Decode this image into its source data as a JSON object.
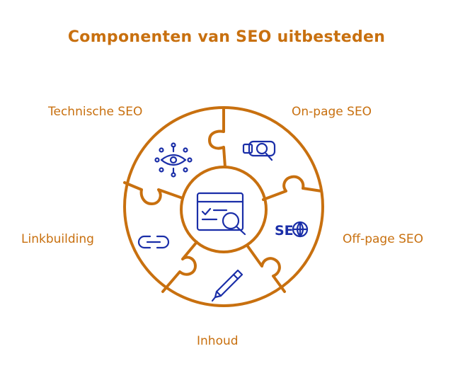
{
  "title": "Componenten van SEO uitbesteden",
  "components": [
    {
      "label": "Technische SEO",
      "icon": "eye-network-icon"
    },
    {
      "label": "On-page SEO",
      "icon": "webcam-search-icon"
    },
    {
      "label": "Off-page SEO",
      "icon": "seo-globe-icon"
    },
    {
      "label": "Inhoud",
      "icon": "pen-icon"
    },
    {
      "label": "Linkbuilding",
      "icon": "link-icon"
    }
  ],
  "center_icon": "browser-search-icon",
  "seo_icon_text": "SE",
  "colors": {
    "accent": "#c8700f",
    "icon": "#1a2ea8",
    "background": "#ffffff"
  }
}
